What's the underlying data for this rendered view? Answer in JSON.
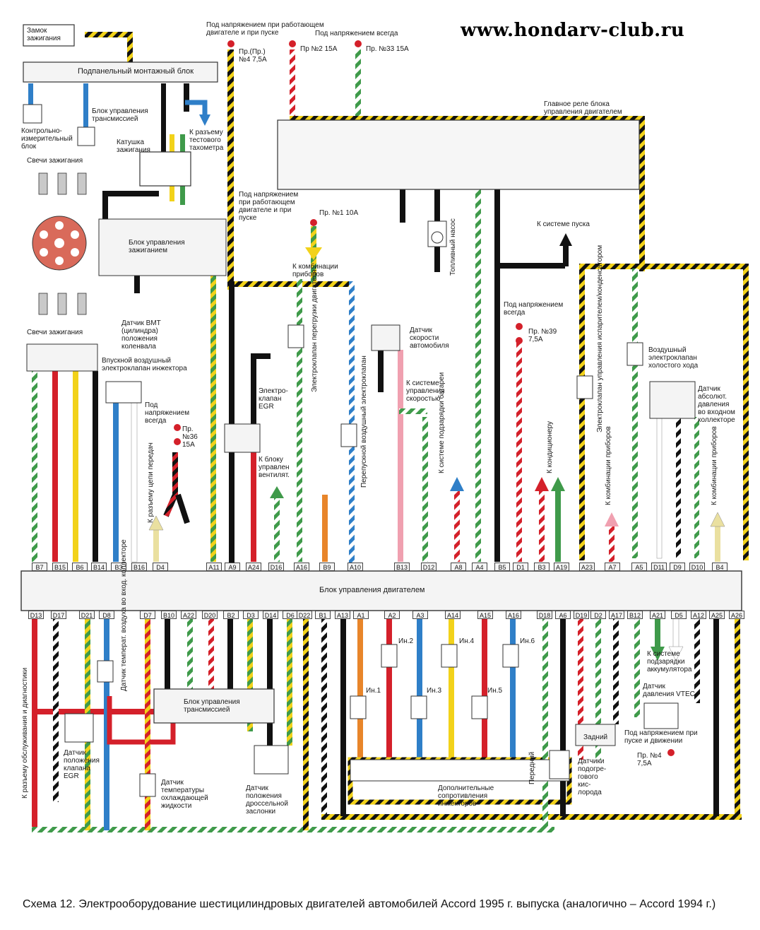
{
  "site_url": "www.hondarv-club.ru",
  "caption": "Схема 12. Электрооборудование шестицилиндровых двигателей автомобилей Accord 1995 г. выпуска (аналогично – Accord 1994 г.)",
  "top_labels": {
    "ign_switch": "Замок\nзажигания",
    "under_dash": "Подпанельный монтажный блок",
    "hot_run_start": "Под напряжением при работающем\nдвигателе и при пуске",
    "hot_always": "Под напряжением всегда",
    "fuse4": "Пр.(Пр.)\n№4 7,5А",
    "fuse2": "Пр №2 15А",
    "fuse33": "Пр. №33 15А",
    "main_relay": "Главное реле блока\nуправления двигателем"
  },
  "left_labels": {
    "trans_ctrl_top": "Блок управления\nтрансмиссией",
    "instrument": "Контрольно-\nизмерительный\nблок",
    "coil": "Катушка\nзажигания",
    "tacho": "К разъему\nтестового\nтахометра",
    "plugs_top": "Свечи зажигания",
    "plugs_bottom": "Свечи зажигания",
    "ign_control": "Блок управления\nзажиганием",
    "tdc_sensor": "Датчик ВМТ\n(цилиндра)\nположения\nколенвала",
    "intake_valve": "Впускной воздушный\nэлектроклапан инжектора",
    "hot_always2": "Под\nнапряжением\nвсегда",
    "fuse36": "Пр.\n№36\n15А",
    "gear_conn": "К разъему\nцепи передач",
    "egr_valve": "Электро-\nклапан\nEGR",
    "fan_unit": "К блоку\nуправлен\nвентилят.",
    "overload_valve": "Электроклапан\nперегрузки\nдвигателя",
    "bypass_valve": "Перепускной\nвоздушный\nэлектроклапан"
  },
  "center_labels": {
    "hot_run_start2": "Под напряжением\nпри работающем\nдвигателе и при\nпуске",
    "fuse1": "Пр. №1 10А",
    "to_cluster": "К комбинации\nприборов",
    "speed_sensor": "Датчик\nскорости\nавтомобиля",
    "to_cruise": "К системе\nуправления\nскоростью",
    "to_charge": "К системе\nподзарядки\nбатареи",
    "fuel_pump": "Топливный\nнасос",
    "to_start": "К системе пуска",
    "hot_always3": "Под напряжением\nвсегда",
    "fuse39": "Пр. №39\n7,5А",
    "to_ac": "К кондиционеру"
  },
  "right_labels": {
    "idle_valve": "Воздушный\nэлектроклапан\nхолостого хода",
    "ac_valve": "Электроклапан управления\nиспарителем/конденсатором",
    "map_sensor": "Датчик\nабсолют.\nдавления\nво входном\nколлекторе",
    "to_cluster2": "К комбинации\nприборов",
    "to_cluster3": "К комбинации\nприборов"
  },
  "ecu_label": "Блок управления двигателем",
  "top_pins": [
    "B7",
    "B15",
    "B6",
    "B14",
    "B3",
    "B16",
    "D4",
    "A11",
    "A9",
    "A24",
    "D16",
    "A16",
    "B9",
    "A10",
    "B13",
    "D12",
    "A8",
    "A4",
    "B5",
    "D1",
    "B3",
    "A19",
    "A23",
    "A7",
    "A5",
    "D11",
    "D9",
    "D10",
    "B4"
  ],
  "bottom_pins": [
    "D13",
    "D17",
    "D21",
    "D8",
    "D7",
    "B10",
    "A22",
    "D20",
    "B2",
    "D3",
    "D14",
    "D6",
    "D22",
    "B1",
    "A13",
    "A1",
    "A2",
    "A3",
    "A14",
    "A15",
    "A16",
    "D18",
    "A6",
    "D19",
    "D2",
    "A17",
    "B12",
    "A21",
    "D5",
    "A12",
    "A25",
    "A26"
  ],
  "bottom_labels": {
    "diag_conn": "К разъему обслуживания и диагностики",
    "egr_pos": "Датчик\nположения\nклапана\nEGR",
    "intake_temp": "Датчик температ.\nвоздуха во вход.\nколлекторе",
    "trans_ctrl": "Блок управления\nтрансмиссией",
    "coolant_temp": "Датчик\nтемпературы\nохлаждающей\nжидкости",
    "throttle_pos": "Датчик\nположения\nдроссельной\nзаслонки",
    "inj2": "Ин.2",
    "inj4": "Ин.4",
    "inj6": "Ин.6",
    "inj1": "Ин.1",
    "inj3": "Ин.3",
    "inj5": "Ин.5",
    "resistors": "Дополнительные\nсопротивления\nинжекторов",
    "to_charge2": "К системе\nподзарядки\nаккумулятора",
    "vtec_sensor": "Датчик\nдавления VTEC",
    "rear": "Задний",
    "front": "Передний",
    "o2_sensors": "Датчики\nподогре-\nгового\nкис-\nлорода",
    "hot_run_move": "Под напряжением при\nпуске и движении",
    "fuse4b": "Пр. №4\n7,5А"
  },
  "wire_colors": {
    "black": "#111111",
    "red": "#d4202a",
    "yellow": "#f2d21a",
    "blue": "#2f7fc8",
    "green": "#3f9a4a",
    "white": "#ffffff",
    "pink": "#f0a0b0",
    "orange": "#e8852a",
    "brown": "#8a5a2b"
  }
}
